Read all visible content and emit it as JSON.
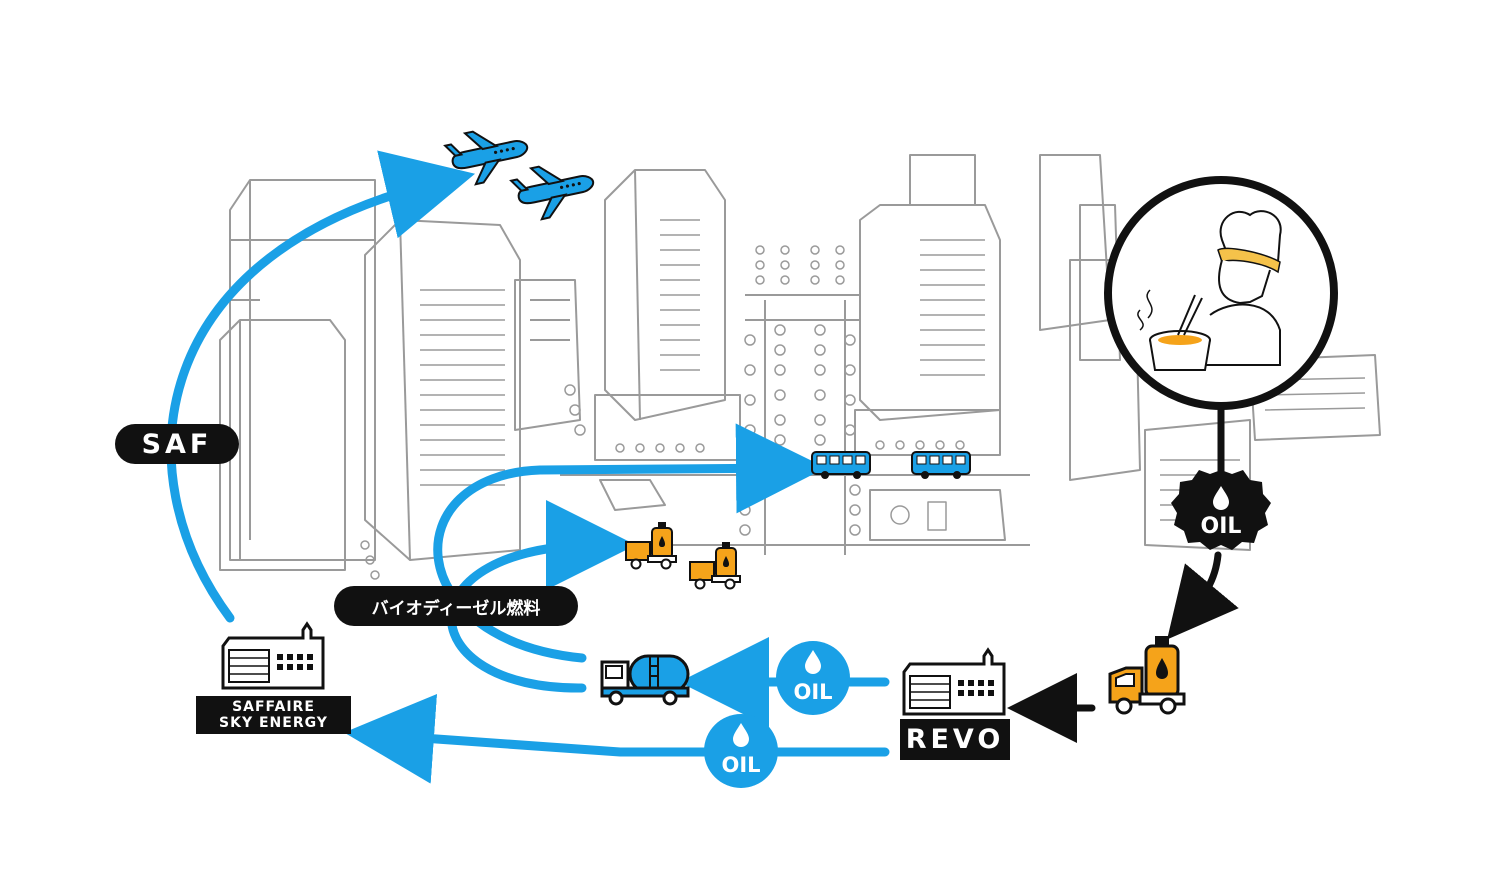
{
  "labels": {
    "saf": "SAF",
    "biodiesel": "バイオディーゼル燃料",
    "saffaire_line1": "SAFFAIRE",
    "saffaire_line2": "SKY ENERGY",
    "revo": "REVO",
    "oil_gear": "OIL",
    "oil_upper": "OIL",
    "oil_lower": "OIL"
  },
  "icons": {
    "airplane": "airplane-icon",
    "bus": "bus-icon",
    "oil_truck": "oil-delivery-truck-icon",
    "tanker": "tanker-truck-icon",
    "factory": "factory-icon",
    "chef": "chef-illustration",
    "oil_drop": "oil-drop-icon"
  },
  "colors": {
    "flow_blue": "#1aa0e6",
    "flow_black": "#111111",
    "truck_orange": "#f5a31a",
    "city_line": "#9a9a9a",
    "chef_hair": "#f5c24a"
  }
}
